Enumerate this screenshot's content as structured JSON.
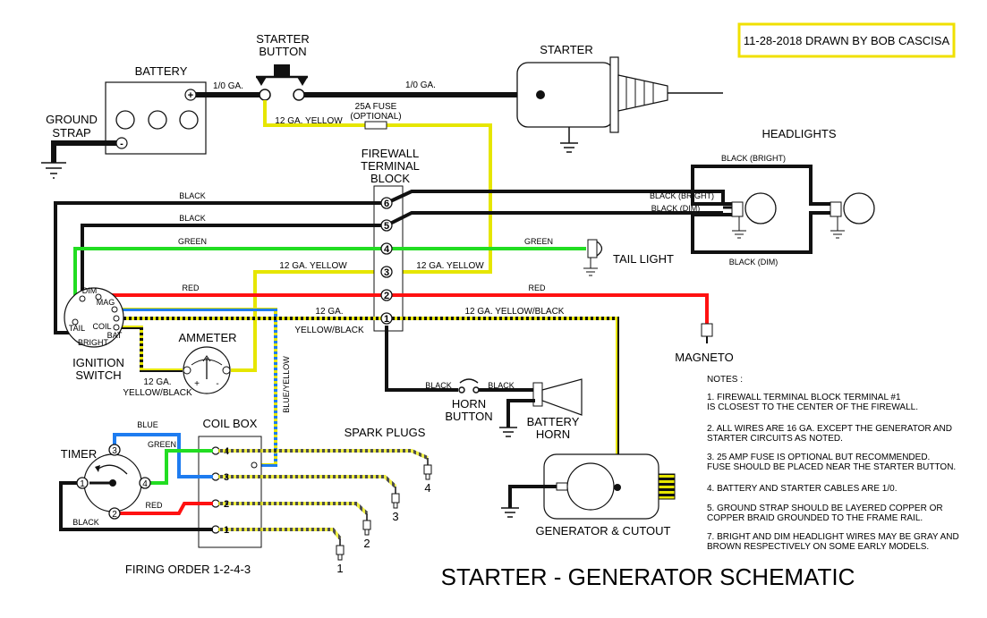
{
  "credit": "11-28-2018 DRAWN BY BOB CASCISA",
  "title": "STARTER  - GENERATOR SCHEMATIC",
  "labels": {
    "battery": "BATTERY",
    "ground_strap_1": "GROUND",
    "ground_strap_2": "STRAP",
    "starter_button_1": "STARTER",
    "starter_button_2": "BUTTON",
    "starter": "STARTER",
    "headlights": "HEADLIGHTS",
    "firewall_1": "FIREWALL",
    "firewall_2": "TERMINAL",
    "firewall_3": "BLOCK",
    "tail_light": "TAIL LIGHT",
    "magneto": "MAGNETO",
    "ammeter": "AMMETER",
    "ignition_1": "IGNITION",
    "ignition_2": "SWITCH",
    "horn_button_1": "HORN",
    "horn_button_2": "BUTTON",
    "battery_horn_1": "BATTERY",
    "battery_horn_2": "HORN",
    "coil_box": "COIL BOX",
    "spark_plugs": "SPARK PLUGS",
    "timer": "TIMER",
    "generator": "GENERATOR & CUTOUT",
    "firing_order": "FIRING ORDER 1-2-4-3"
  },
  "wire_labels": {
    "batt_cable": "1/0 GA.",
    "starter_cable": "1/0 GA.",
    "fuse_1": "25A FUSE",
    "fuse_2": "(OPTIONAL)",
    "yellow_12_top": "12 GA. YELLOW",
    "yellow_12_left": "12 GA. YELLOW",
    "yellow_12_right": "12 GA. YELLOW",
    "black_1": "BLACK",
    "black_2": "BLACK",
    "green_left": "GREEN",
    "green_right": "GREEN",
    "red_left": "RED",
    "red_right": "RED",
    "ga12": "12 GA.",
    "yellow_black": "YELLOW/BLACK",
    "yb_right": "12 GA. YELLOW/BLACK",
    "yb_amm_1": "12 GA.",
    "yb_amm_2": "YELLOW/BLACK",
    "blue_yellow": "BLUE/YELLOW",
    "black_bright_top": "BLACK (BRIGHT)",
    "black_bright": "BLACK (BRIGHT)",
    "black_dim": "BLACK (DIM)",
    "black_dim_bottom": "BLACK (DIM)",
    "horn_black_1": "BLACK",
    "horn_black_2": "BLACK",
    "timer_blue": "BLUE",
    "timer_green": "GREEN",
    "timer_red": "RED",
    "timer_black": "BLACK"
  },
  "switch_labels": {
    "dim": "DIM",
    "mag": "MAG",
    "tail": "TAIL",
    "coil": "COIL",
    "bat": "BAT",
    "bright": "BRIGHT"
  },
  "block_terminals": [
    "6",
    "5",
    "4",
    "3",
    "2",
    "1"
  ],
  "coil_terminals": [
    "4",
    "3",
    "2",
    "1"
  ],
  "timer_terminals": [
    "3",
    "4",
    "1",
    "2"
  ],
  "plug_numbers": [
    "4",
    "3",
    "2",
    "1"
  ],
  "meter_signs": {
    "plus": "+",
    "minus": "-"
  },
  "notes_title": "NOTES :",
  "notes": [
    [
      "1. FIREWALL TERMINAL BLOCK TERMINAL #1",
      "    IS CLOSEST TO THE CENTER OF THE FIREWALL."
    ],
    [
      "2. ALL WIRES ARE 16 GA. EXCEPT THE GENERATOR AND",
      "    STARTER CIRCUITS AS NOTED."
    ],
    [
      "3. 25 AMP FUSE IS OPTIONAL BUT RECOMMENDED.",
      "    FUSE SHOULD BE PLACED NEAR THE STARTER BUTTON."
    ],
    [
      "4. BATTERY AND STARTER CABLES ARE 1/0."
    ],
    [
      "5. GROUND STRAP SHOULD BE LAYERED COPPER OR",
      "    COPPER BRAID GROUNDED TO THE FRAME RAIL."
    ],
    [
      "7. BRIGHT AND DIM HEADLIGHT WIRES MAY BE GRAY AND",
      "    BROWN RESPECTIVELY ON SOME EARLY MODELS."
    ]
  ],
  "colors": {
    "black": "#111111",
    "yellow": "#e6e600",
    "green": "#22dd22",
    "red": "#ff1111",
    "blue": "#1e7cf0",
    "orange": "#e0a030",
    "credit_border": "#f0e000"
  }
}
